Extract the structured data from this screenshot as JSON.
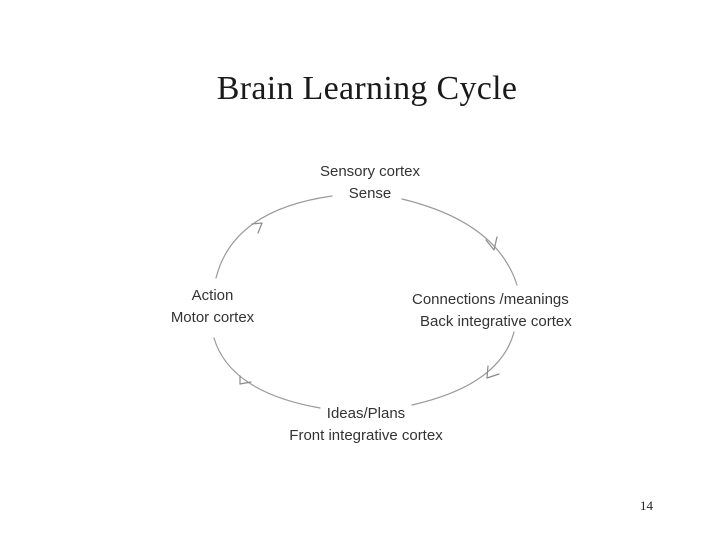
{
  "slide": {
    "title": "Brain Learning Cycle",
    "page_number": "14"
  },
  "cycle": {
    "stages": [
      {
        "line1": "Sensory cortex",
        "line2": "Sense"
      },
      {
        "line1": "Connections /meanings",
        "line2": "Back integrative cortex"
      },
      {
        "line1": "Ideas/Plans",
        "line2": "Front integrative cortex"
      },
      {
        "line1": "Action",
        "line2": "Motor cortex"
      }
    ],
    "direction": "clockwise",
    "arc_color": "#9a9a9a"
  }
}
